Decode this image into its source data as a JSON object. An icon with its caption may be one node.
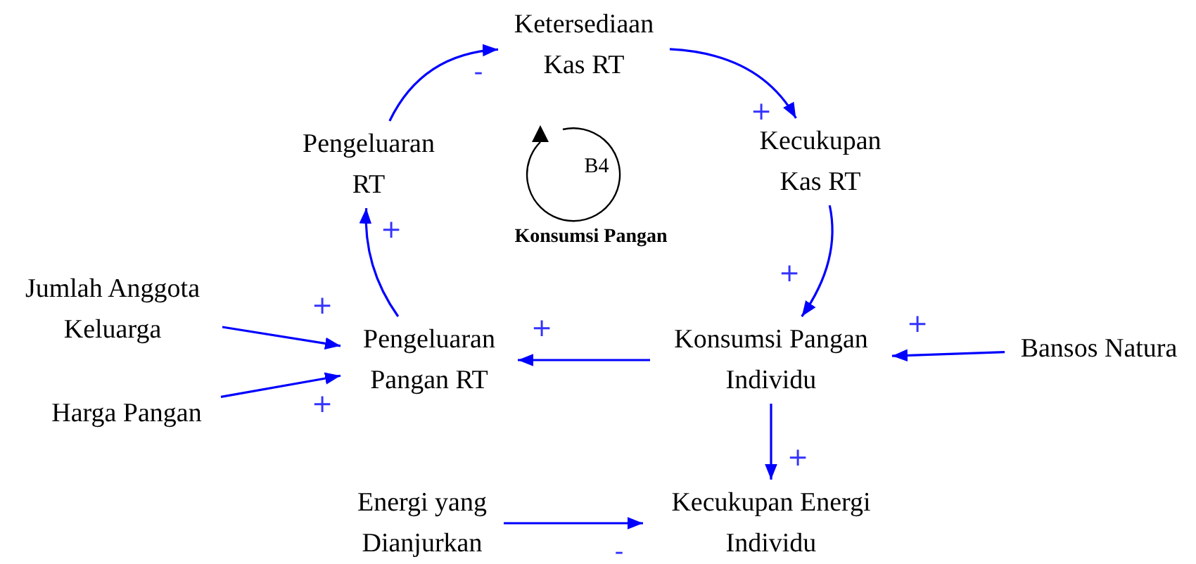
{
  "diagram": {
    "nodes": [
      {
        "text": [
          "Ketersediaan Kas RT"
        ]
      },
      {
        "text": [
          "Pengeluaran RT"
        ]
      },
      {
        "text": [
          "Kecukupan Kas RT"
        ]
      },
      {
        "text": [
          "Jumlah Anggota Keluarga"
        ]
      },
      {
        "text": [
          "Pengeluaran Pangan RT"
        ]
      },
      {
        "text": [
          "Konsumsi Pangan Individu"
        ]
      },
      {
        "text": [
          "Bansos Natura"
        ]
      },
      {
        "text": [
          "Harga Pangan"
        ]
      },
      {
        "text": [
          "Energi yang Dianjurkan"
        ]
      },
      {
        "text": [
          "Kecukupan Energi Individu"
        ]
      }
    ],
    "edges": [
      {
        "from": 1,
        "to": 0,
        "arrow": "to",
        "label": "-"
      },
      {
        "from": 0,
        "to": 2,
        "arrow": "to",
        "label": "+"
      },
      {
        "from": 2,
        "to": 5,
        "arrow": "to",
        "label": "+"
      },
      {
        "from": 5,
        "to": 4,
        "arrow": "to",
        "label": "+"
      },
      {
        "from": 4,
        "to": 1,
        "arrow": "to",
        "label": "+"
      },
      {
        "from": 3,
        "to": 4,
        "arrow": "to",
        "label": "+"
      },
      {
        "from": 7,
        "to": 4,
        "arrow": "to",
        "label": "+"
      },
      {
        "from": 6,
        "to": 5,
        "arrow": "to",
        "label": "+"
      },
      {
        "from": 5,
        "to": 9,
        "arrow": "to",
        "label": "+"
      },
      {
        "from": 8,
        "to": 9,
        "arrow": "to",
        "label": "-"
      }
    ],
    "labels": [
      "B4",
      "Konsumsi Pangan"
    ]
  }
}
